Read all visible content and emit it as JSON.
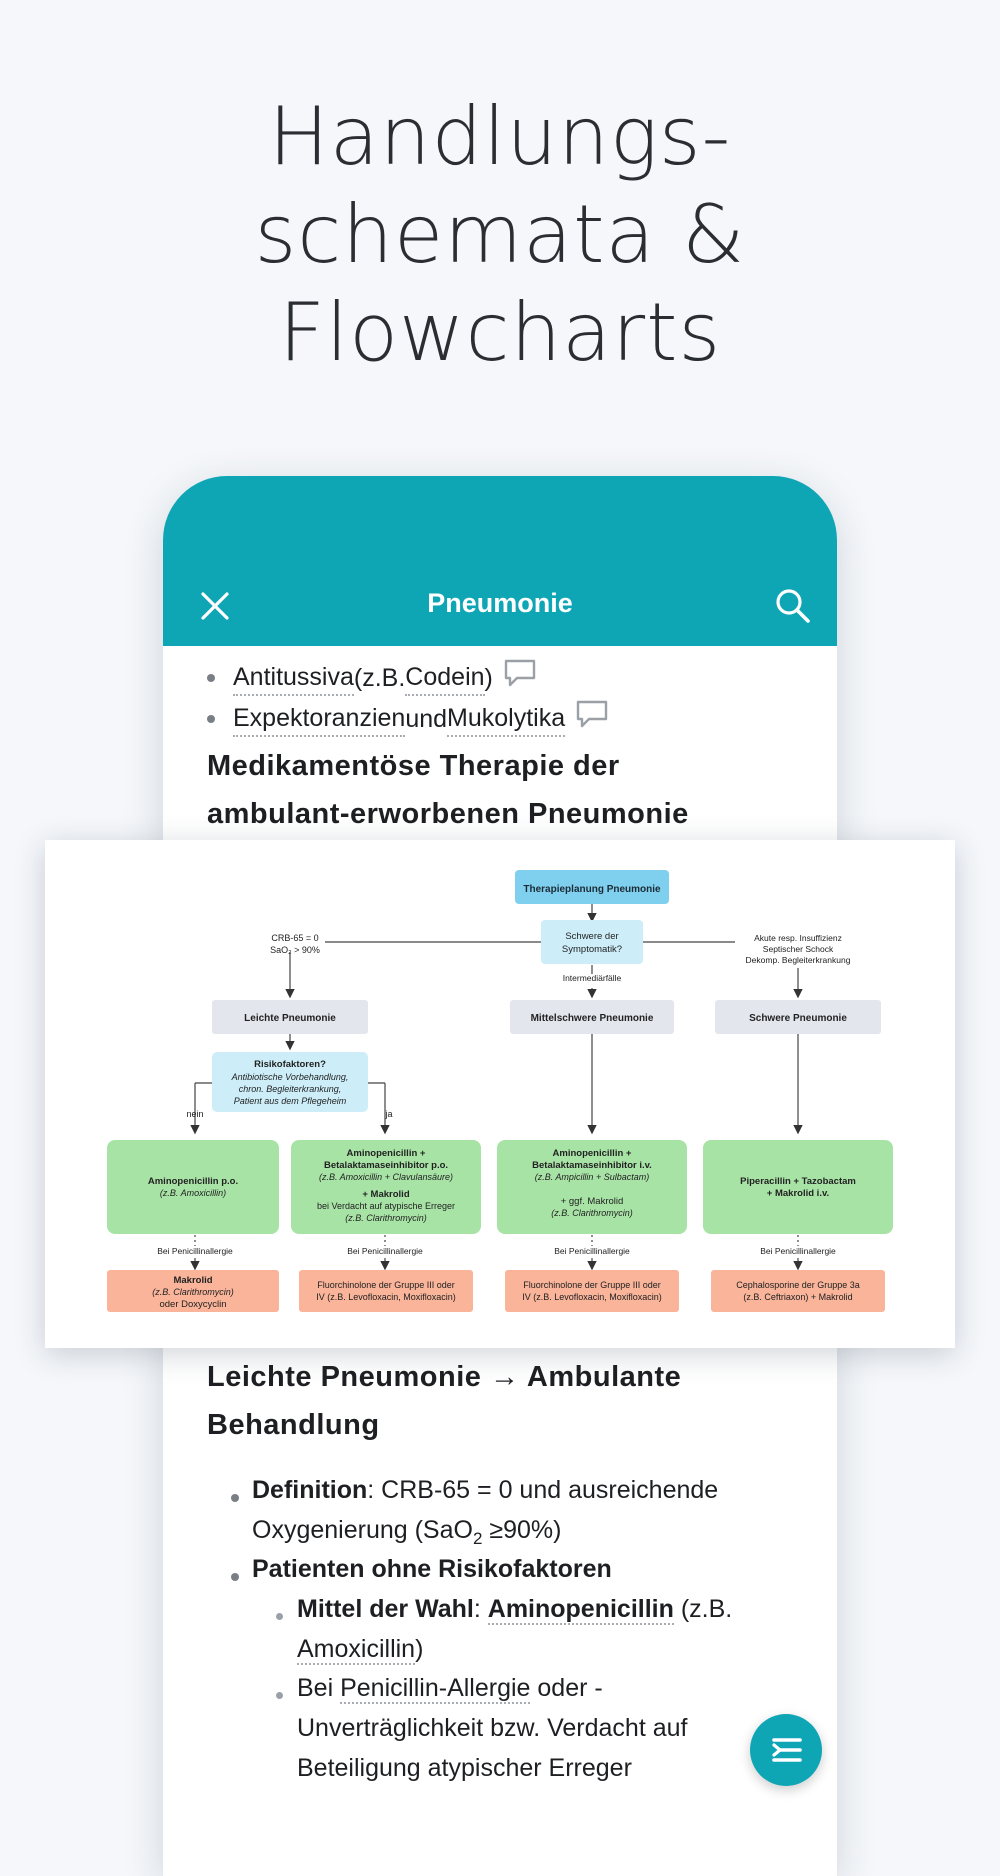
{
  "hero": {
    "line1": "Handlungs-",
    "line2": "schemata &",
    "line3": "Flowcharts"
  },
  "appbar": {
    "title": "Pneumonie",
    "close_icon": "close-icon",
    "search_icon": "search-icon",
    "color": "#0ea5b5"
  },
  "bullets": [
    {
      "pre": "Antitussiva",
      "mid": " (z.B. ",
      "link": "Codein",
      "post": ")"
    },
    {
      "pre": "Expektoranzien",
      "mid": " und ",
      "link": "Mukolytika",
      "post": ""
    }
  ],
  "section1": {
    "line1": "Medikamentöse Therapie der",
    "line2": "ambulant-erworbenen Pneumonie"
  },
  "flowchart": {
    "start": "Therapieplanung Pneumonie",
    "question_line1": "Schwere der",
    "question_line2": "Symptomatik?",
    "left_cond_line1": "CRB-65 = 0",
    "left_cond_line2": "SaO₂ > 90%",
    "mid_cond": "Intermediärfälle",
    "right_cond_line1": "Akute resp. Insuffizienz",
    "right_cond_line2": "Septischer Schock",
    "right_cond_line3": "Dekomp. Begleiterkrankung",
    "leicht": "Leichte Pneumonie",
    "mittel": "Mittelschwere Pneumonie",
    "schwer": "Schwere Pneumonie",
    "risk_title": "Risikofaktoren?",
    "risk_l1": "Antibiotische Vorbehandlung,",
    "risk_l2": "chron. Begleiterkrankung,",
    "risk_l3": "Patient aus dem Pflegeheim",
    "nein": "nein",
    "ja": "ja",
    "t1_l1": "Aminopenicillin p.o.",
    "t1_l2": "(z.B. Amoxicillin)",
    "t2_l1": "Aminopenicillin +",
    "t2_l2": "Betalaktamaseinhibitor p.o.",
    "t2_l3": "(z.B. Amoxicillin + Clavulansäure)",
    "t2_l4": "+ Makrolid",
    "t2_l5": "bei Verdacht auf atypische Erreger",
    "t2_l6": "(z.B. Clarithromycin)",
    "t3_l1": "Aminopenicillin +",
    "t3_l2": "Betalaktamaseinhibitor i.v.",
    "t3_l3": "(z.B. Ampicillin + Sulbactam)",
    "t3_l4": "+ ggf. Makrolid",
    "t3_l5": "(z.B. Clarithromycin)",
    "t4_l1": "Piperacillin + Tazobactam",
    "t4_l2": "+ Makrolid i.v.",
    "allergy": "Bei Penicillinallergie",
    "a1_l1": "Makrolid",
    "a1_l2": "(z.B. Clarithromycin)",
    "a1_l3": "oder Doxycyclin",
    "a2_l1": "Fluorchinolone der Gruppe III oder",
    "a2_l2": "IV (z.B. Levofloxacin, Moxifloxacin)",
    "a3_l1": "Fluorchinolone der Gruppe III oder",
    "a3_l2": "IV (z.B. Levofloxacin, Moxifloxacin)",
    "a4_l1": "Cephalosporine der Gruppe 3a",
    "a4_l2": "(z.B. Ceftriaxon) + Makrolid"
  },
  "section2": {
    "line1": "Leichte Pneumonie → Ambulante",
    "line2": "Behandlung"
  },
  "details": {
    "def_label": "Definition",
    "def_text1": ": CRB-65 = 0 und ausreichende",
    "def_text2": "Oxygenierung (SaO",
    "def_sub": "2",
    "def_text3": " ≥90%)",
    "noRisk": "Patienten ohne Risikofaktoren",
    "choice_label": "Mittel der Wahl",
    "choice_sep": ": ",
    "choice_link": "Aminopenicillin",
    "choice_post": " (z.B.",
    "choice_line2": "Amoxicillin",
    "choice_line2_post": ")",
    "allergy_pre": "Bei ",
    "allergy_link": "Penicillin-Allergie",
    "allergy_post": " oder -",
    "allergy_line2": "Unverträglichkeit bzw. Verdacht auf",
    "allergy_line3": "Beteiligung atypischer Erreger"
  },
  "fab": {
    "icon": "outline-list-icon"
  }
}
